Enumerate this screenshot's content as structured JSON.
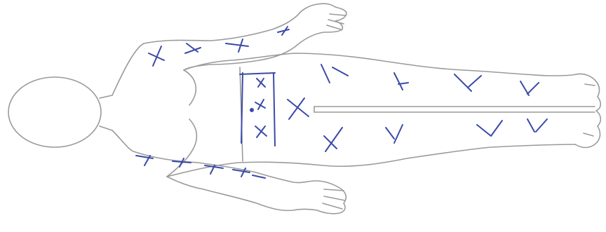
{
  "figure": {
    "description_visible_text": "",
    "outline_color": "#9a9a9a",
    "mark_color": "#3a4aa8",
    "mark_type": "hand-drawn check/cross strokes"
  },
  "regions_marked": [
    "left-upper-arm",
    "left-forearm",
    "right-upper-arm",
    "right-forearm",
    "abdomen-band",
    "pelvis",
    "left-thigh",
    "right-thigh",
    "left-lower-leg",
    "right-lower-leg"
  ]
}
